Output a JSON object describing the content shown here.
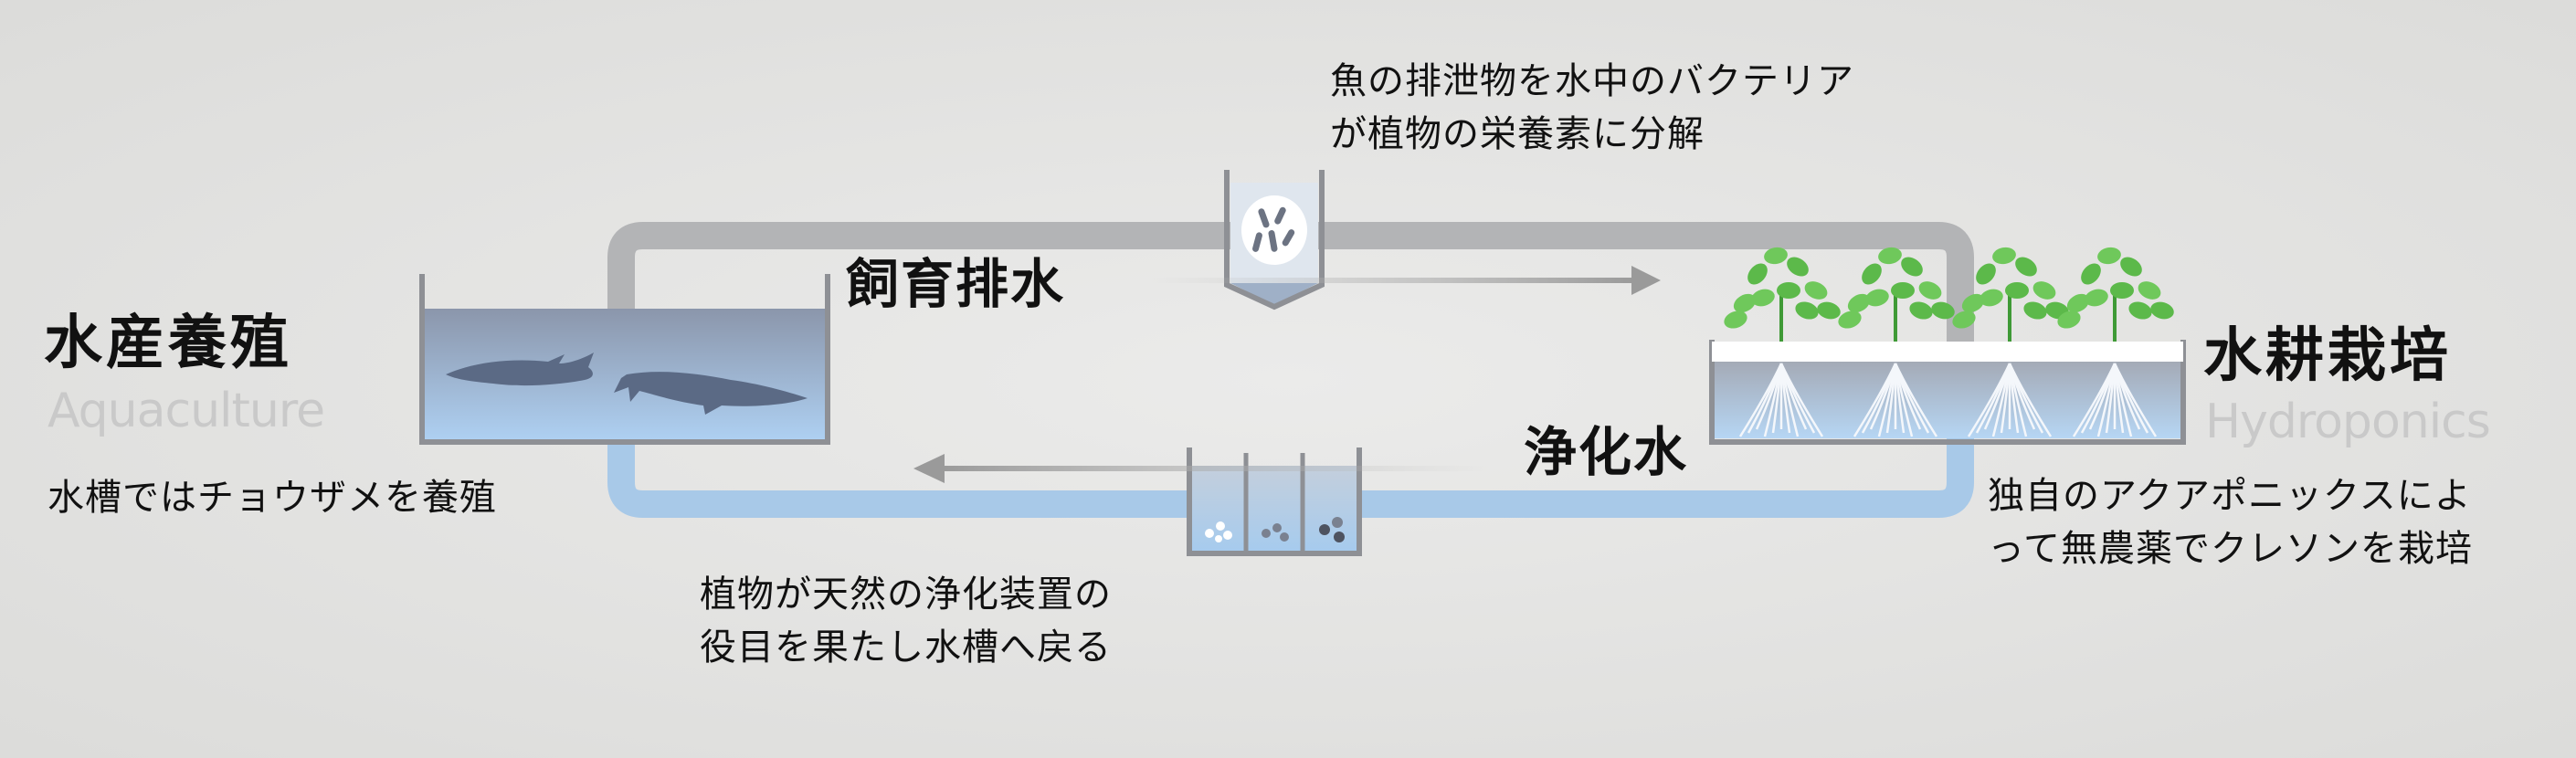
{
  "colors": {
    "background": "#e6e6e4",
    "pipe_gray": "#b3b4b6",
    "pipe_blue": "#a8c9e8",
    "tank_frame": "#8e9095",
    "water_top": "#8b96ab",
    "water_bottom": "#a9cdf0",
    "fish": "#5b6a85",
    "plant_green": "#5cb94a",
    "root_white": "#f4f7fb",
    "arrow": "#9a9a9a",
    "subtitle": "#c9c9c9"
  },
  "left": {
    "title": "水産養殖",
    "subtitle": "Aquaculture",
    "caption": "水槽ではチョウザメを養殖",
    "icon": "sturgeon-fish-icon"
  },
  "right": {
    "title": "水耕栽培",
    "subtitle": "Hydroponics",
    "caption_lines": [
      "独自のアクアポニックスによ",
      "って無農薬でクレソンを栽培"
    ],
    "icon": "watercress-plant-icon"
  },
  "top_flow": {
    "label": "飼育排水",
    "caption_lines": [
      "魚の排泄物を水中のバクテリア",
      "が植物の栄養素に分解"
    ],
    "icon": "bacteria-filter-icon",
    "arrow": "arrow-right-icon"
  },
  "bottom_flow": {
    "label": "浄化水",
    "caption_lines": [
      "植物が天然の浄化装置の",
      "役目を果たし水槽へ戻る"
    ],
    "icon": "filtration-tank-icon",
    "arrow": "arrow-left-icon"
  }
}
